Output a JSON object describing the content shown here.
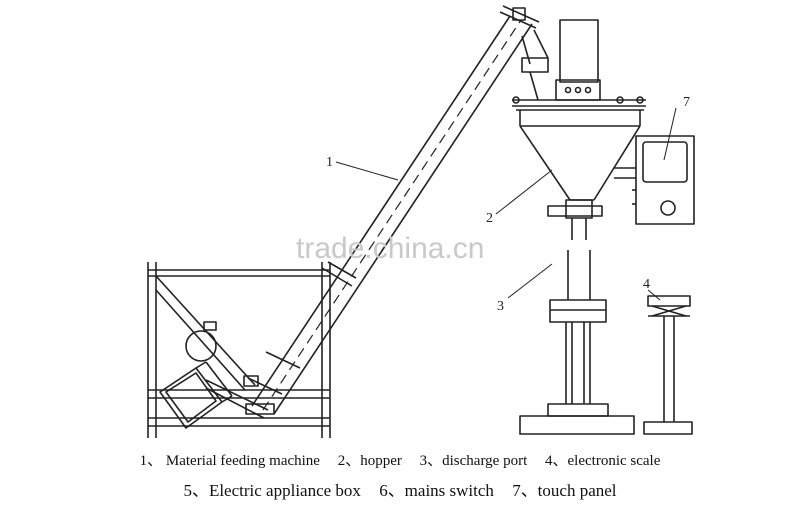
{
  "callouts": {
    "n1": "1",
    "n2": "2",
    "n3": "3",
    "n4": "4",
    "n7": "7"
  },
  "watermark": "trade.china.cn",
  "legend": {
    "line1": [
      "1、 Material feeding machine",
      "2、hopper",
      "3、discharge port",
      "4、electronic scale"
    ],
    "line2": [
      "5、Electric appliance box",
      "6、mains switch",
      "7、touch panel"
    ]
  }
}
